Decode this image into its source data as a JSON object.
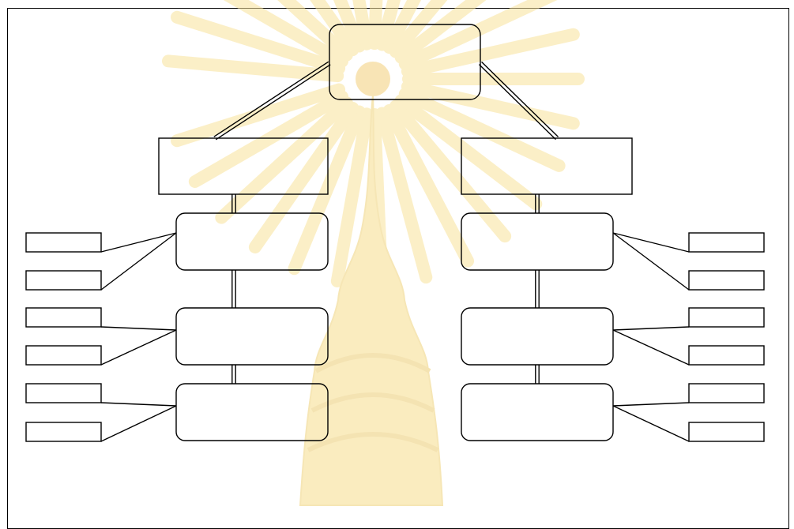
{
  "diagram": {
    "type": "hierarchy-chart",
    "root": {
      "label": ""
    },
    "branches": [
      {
        "side": "left",
        "label": "",
        "nodes": [
          {
            "label": "",
            "leaves": [
              "",
              ""
            ]
          },
          {
            "label": "",
            "leaves": [
              "",
              ""
            ]
          },
          {
            "label": "",
            "leaves": [
              "",
              ""
            ]
          }
        ]
      },
      {
        "side": "right",
        "label": "",
        "nodes": [
          {
            "label": "",
            "leaves": [
              "",
              ""
            ]
          },
          {
            "label": "",
            "leaves": [
              "",
              ""
            ]
          },
          {
            "label": "",
            "leaves": [
              "",
              ""
            ]
          }
        ]
      }
    ]
  },
  "watermark": {
    "name": "university-seal-watermark",
    "color": "#f5dc86"
  },
  "colors": {
    "line": "#000000",
    "background": "#ffffff"
  }
}
